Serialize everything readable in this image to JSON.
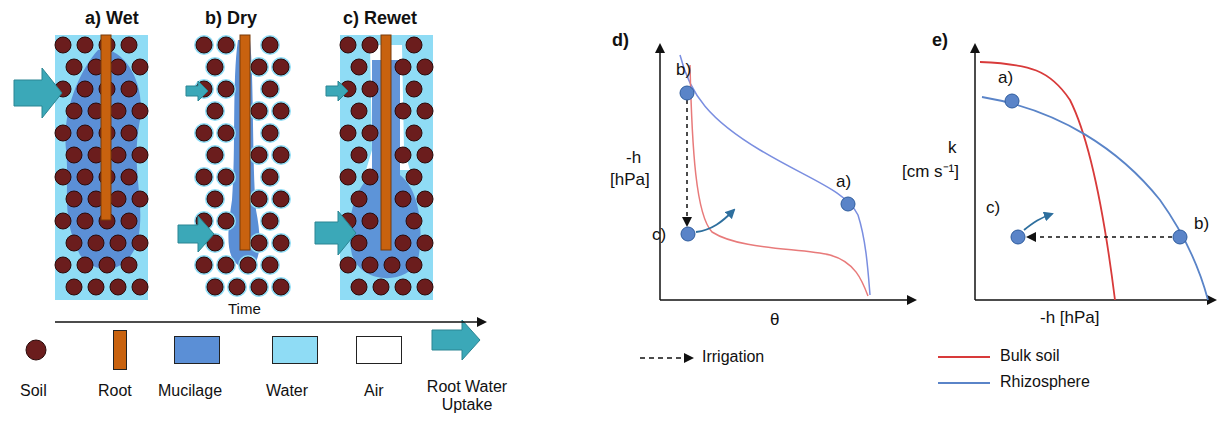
{
  "diagram": {
    "labels": [
      "a) Wet",
      "b) Dry",
      "c) Rewet",
      "Time",
      "d)",
      "b)",
      "a)",
      "c)",
      "-h",
      "[hPa]",
      "θ",
      "e)",
      "a)",
      "k",
      "[cm s⁻¹]",
      "c)",
      "b)",
      "-h [hPa]"
    ],
    "legend": [
      {
        "text": "Soil"
      },
      {
        "text": "Root",
        "color": "#c8620f"
      },
      {
        "text": "Mucilage",
        "color": "#5b8fd6"
      },
      {
        "text": "Water",
        "color": "#8fdcf5"
      },
      {
        "text": "Air",
        "color": "#ffffff"
      },
      {
        "text": "Root Water Uptake"
      },
      {
        "text": "Irrigation"
      },
      {
        "text": "Bulk soil"
      },
      {
        "text": "Rhizosphere"
      }
    ]
  }
}
